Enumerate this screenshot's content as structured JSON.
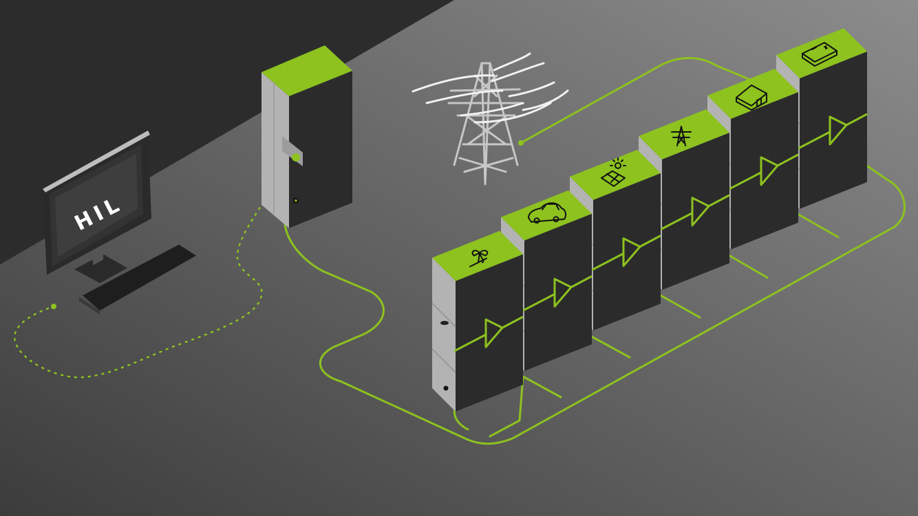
{
  "monitor": {
    "label": "HIL"
  },
  "palette": {
    "accent": "#8dc21f",
    "cabinet_front": "#b3b3b3",
    "cabinet_side": "#2b2b2b",
    "background_light": "#8a8a8a",
    "background_dark": "#2c2c2c",
    "tower_stroke": "#c7c7c7",
    "wave_stroke": "#f2f2f2"
  },
  "cabinets": [
    {
      "name": "wind-turbine",
      "icon": "wind-turbine-icon"
    },
    {
      "name": "electric-car",
      "icon": "car-icon"
    },
    {
      "name": "solar-panel",
      "icon": "solar-panel-icon"
    },
    {
      "name": "transmission-tower",
      "icon": "transmission-tower-icon"
    },
    {
      "name": "house",
      "icon": "house-icon"
    },
    {
      "name": "battery",
      "icon": "battery-icon"
    }
  ]
}
